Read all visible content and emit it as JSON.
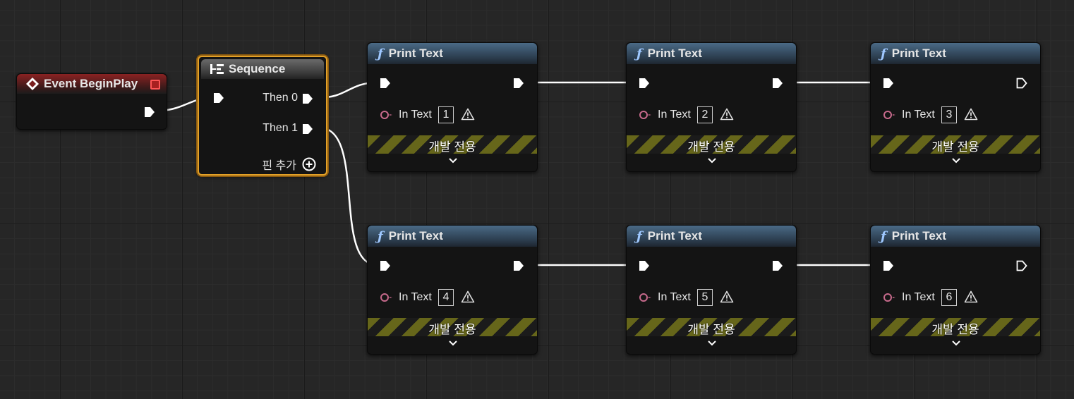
{
  "event_node": {
    "title": "Event BeginPlay"
  },
  "sequence_node": {
    "title": "Sequence",
    "pins": [
      "Then 0",
      "Then 1"
    ],
    "add_pin_label": "핀 추가"
  },
  "print_nodes": [
    {
      "title": "Print Text",
      "input_label": "In Text",
      "value": "1",
      "dev_only_label": "개발 전용"
    },
    {
      "title": "Print Text",
      "input_label": "In Text",
      "value": "2",
      "dev_only_label": "개발 전용"
    },
    {
      "title": "Print Text",
      "input_label": "In Text",
      "value": "3",
      "dev_only_label": "개발 전용"
    },
    {
      "title": "Print Text",
      "input_label": "In Text",
      "value": "4",
      "dev_only_label": "개발 전용"
    },
    {
      "title": "Print Text",
      "input_label": "In Text",
      "value": "5",
      "dev_only_label": "개발 전용"
    },
    {
      "title": "Print Text",
      "input_label": "In Text",
      "value": "6",
      "dev_only_label": "개발 전용"
    }
  ],
  "colors": {
    "event_header": "#8a2222",
    "sequence_border": "#e3a128",
    "function_header": "#4a6a86",
    "dev_stripe": "#66661a",
    "text_pin": "#c76a8c",
    "wire": "#ffffff"
  },
  "icons": [
    "event-diamond-icon",
    "sequence-icon",
    "function-icon",
    "exec-pin-icon",
    "text-pin-icon",
    "warning-icon",
    "add-pin-icon",
    "chevron-down-icon",
    "breakpoint-icon"
  ]
}
